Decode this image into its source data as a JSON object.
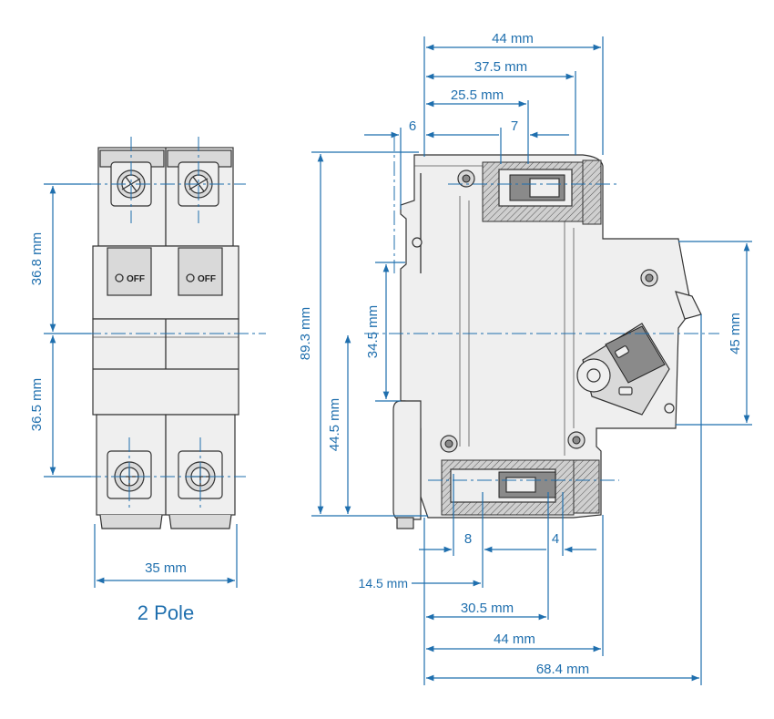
{
  "caption": "2 Pole",
  "front_view": {
    "switch_label_left": "OFF",
    "switch_label_right": "OFF",
    "dim_upper": "36.8 mm",
    "dim_lower": "36.5 mm",
    "dim_width": "35 mm"
  },
  "side_view": {
    "dim_top_44": "44 mm",
    "dim_top_375": "37.5 mm",
    "dim_top_255": "25.5 mm",
    "dim_top_6": "6",
    "dim_top_7": "7",
    "dim_height_893": "89.3 mm",
    "dim_height_445": "44.5 mm",
    "dim_height_345": "34.5 mm",
    "dim_height_45": "45 mm",
    "dim_bot_8": "8",
    "dim_bot_4": "4",
    "dim_bot_145": "14.5 mm",
    "dim_bot_305": "30.5 mm",
    "dim_bot_44": "44 mm",
    "dim_bot_684": "68.4 mm"
  },
  "colors": {
    "dimension_blue": "#1f6fae",
    "outline": "#333333",
    "body_gray": "#d9d9d9"
  }
}
